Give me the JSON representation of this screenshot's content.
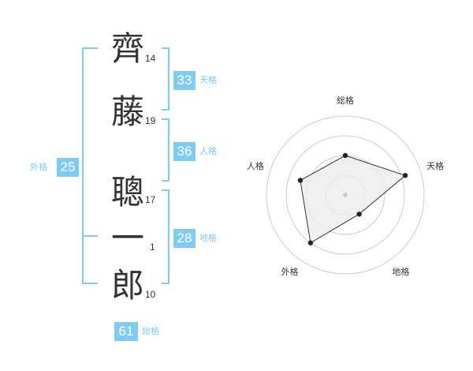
{
  "name": {
    "chars": [
      {
        "char": "齊",
        "strokes": "14"
      },
      {
        "char": "藤",
        "strokes": "19"
      },
      {
        "char": "聰",
        "strokes": "17"
      },
      {
        "char": "一",
        "strokes": "1"
      },
      {
        "char": "郎",
        "strokes": "10"
      }
    ]
  },
  "fortunes": {
    "tenkaku": {
      "value": "33",
      "label": "天格"
    },
    "jinkaku": {
      "value": "36",
      "label": "人格"
    },
    "chikaku": {
      "value": "28",
      "label": "地格"
    },
    "gaikaku": {
      "value": "25",
      "label": "外格"
    },
    "soukaku": {
      "value": "61",
      "label": "総格"
    }
  },
  "colors": {
    "accent": "#7fcbf4",
    "text": "#333333"
  },
  "chart_data": {
    "type": "radar",
    "axes": [
      "総格",
      "天格",
      "地格",
      "外格",
      "人格"
    ],
    "values": [
      0.5,
      0.8,
      0.3,
      0.75,
      0.6
    ],
    "range": [
      0,
      1
    ],
    "rings": 4,
    "center_marker": true
  }
}
